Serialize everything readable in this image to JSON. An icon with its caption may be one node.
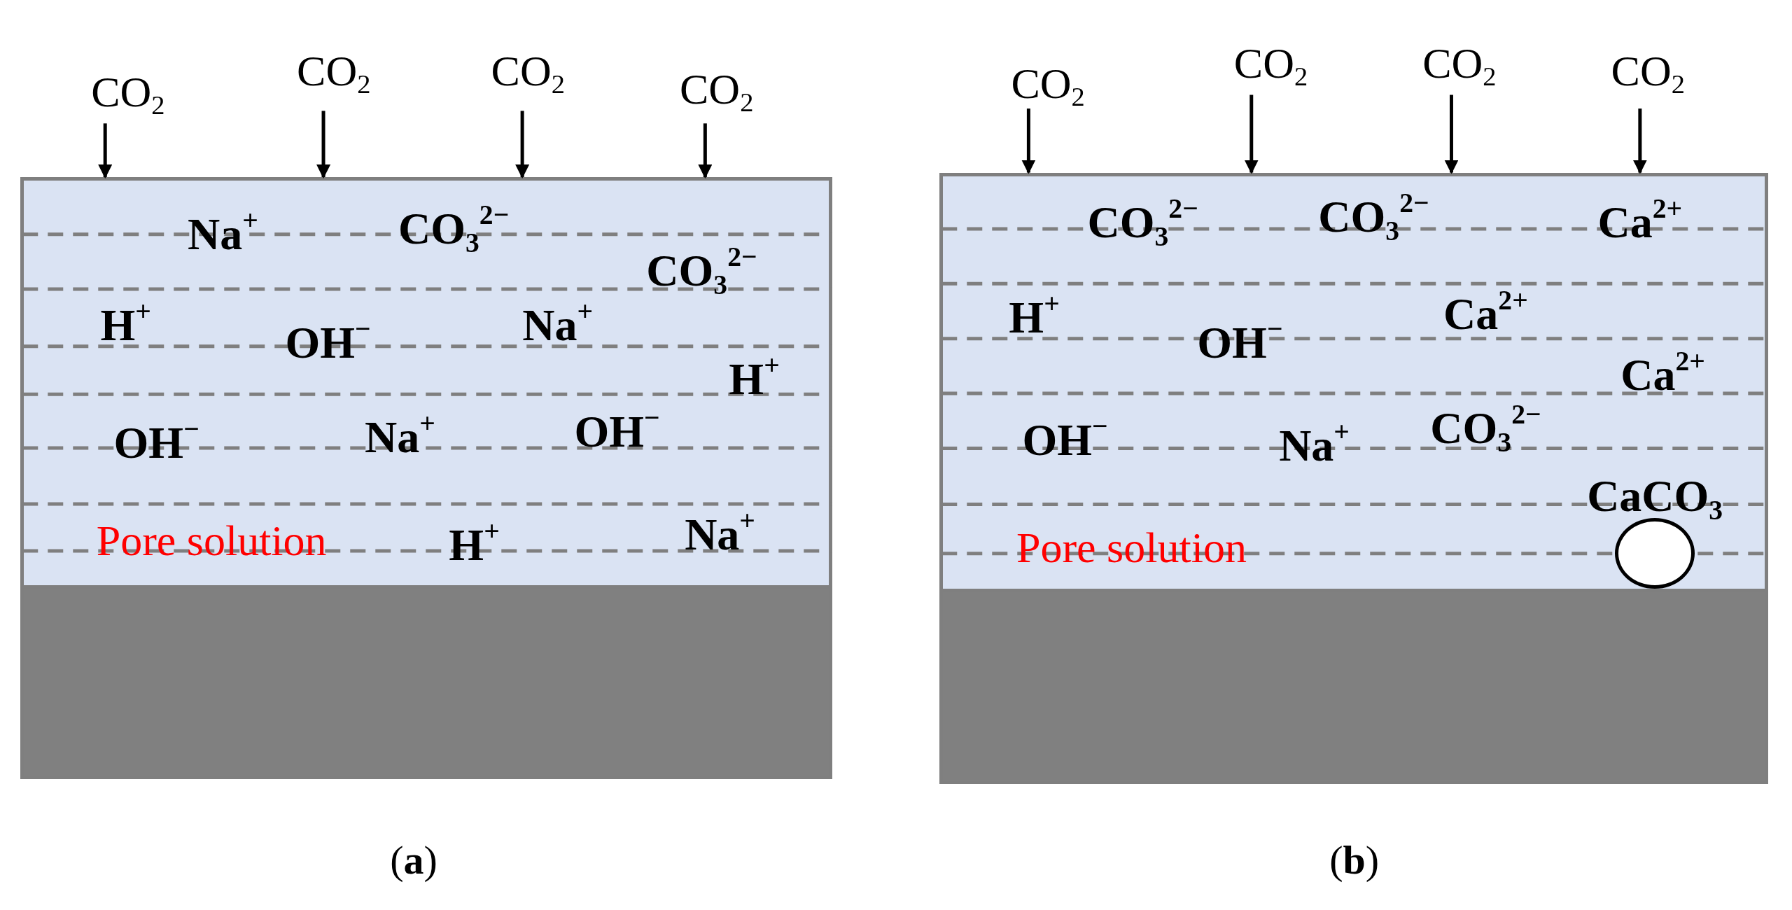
{
  "diagram": {
    "nodes": [
      {
        "text": [
          "Pore solution"
        ]
      },
      {
        "text": [],
        "shape": "box"
      },
      {
        "text": [
          "CO$_{2}$"
        ]
      },
      {
        "text": [
          "CO$_{2}$"
        ]
      },
      {
        "text": [
          "CO$_{2}$"
        ]
      },
      {
        "text": [
          "CO$_{2}$"
        ]
      },
      {
        "text": [
          "Pore solution"
        ]
      },
      {
        "text": [],
        "shape": "box"
      },
      {
        "text": [
          "CO$_{2}$"
        ]
      },
      {
        "text": [
          "CO$_{2}$"
        ]
      },
      {
        "text": [
          "CO$_{2}$"
        ]
      },
      {
        "text": [
          "CO$_{2}$"
        ]
      },
      {
        "text": [],
        "shape": "circle",
        "in": 6,
        "beside": [
          "CaCO$_{3}$"
        ]
      }
    ],
    "edges": [
      {
        "from": 2,
        "to": 0,
        "arrow": "to"
      },
      {
        "from": 3,
        "to": 0,
        "arrow": "to"
      },
      {
        "from": 4,
        "to": 0,
        "arrow": "to"
      },
      {
        "from": 5,
        "to": 0,
        "arrow": "to"
      },
      {
        "from": 8,
        "to": 6,
        "arrow": "to"
      },
      {
        "from": 9,
        "to": 6,
        "arrow": "to"
      },
      {
        "from": 10,
        "to": 6,
        "arrow": "to"
      },
      {
        "from": 11,
        "to": 6,
        "arrow": "to"
      }
    ],
    "labels": [
      "Na$^{+}$",
      "CO$_{3}$$^{2−}$",
      "CO$_{3}$$^{2−}$",
      "H$^{+}$",
      "OH$^{−}$",
      "Na$^{+}$",
      "H$^{+}$",
      "OH$^{−}$",
      "Na$^{+}$",
      "OH$^{−}$",
      "H$^{+}$",
      "Na$^{+}$",
      "CO$_{3}$$^{2−}$",
      "CO$_{3}$$^{2−}$",
      "Ca$^{2+}$",
      "H$^{+}$",
      "OH$^{−}$",
      "Ca$^{2+}$",
      "Ca$^{2+}$",
      "OH$^{−}$",
      "Na$^{+}$",
      "CO$_{3}$$^{2−}$",
      "(**a**)",
      "(**b**)"
    ]
  }
}
